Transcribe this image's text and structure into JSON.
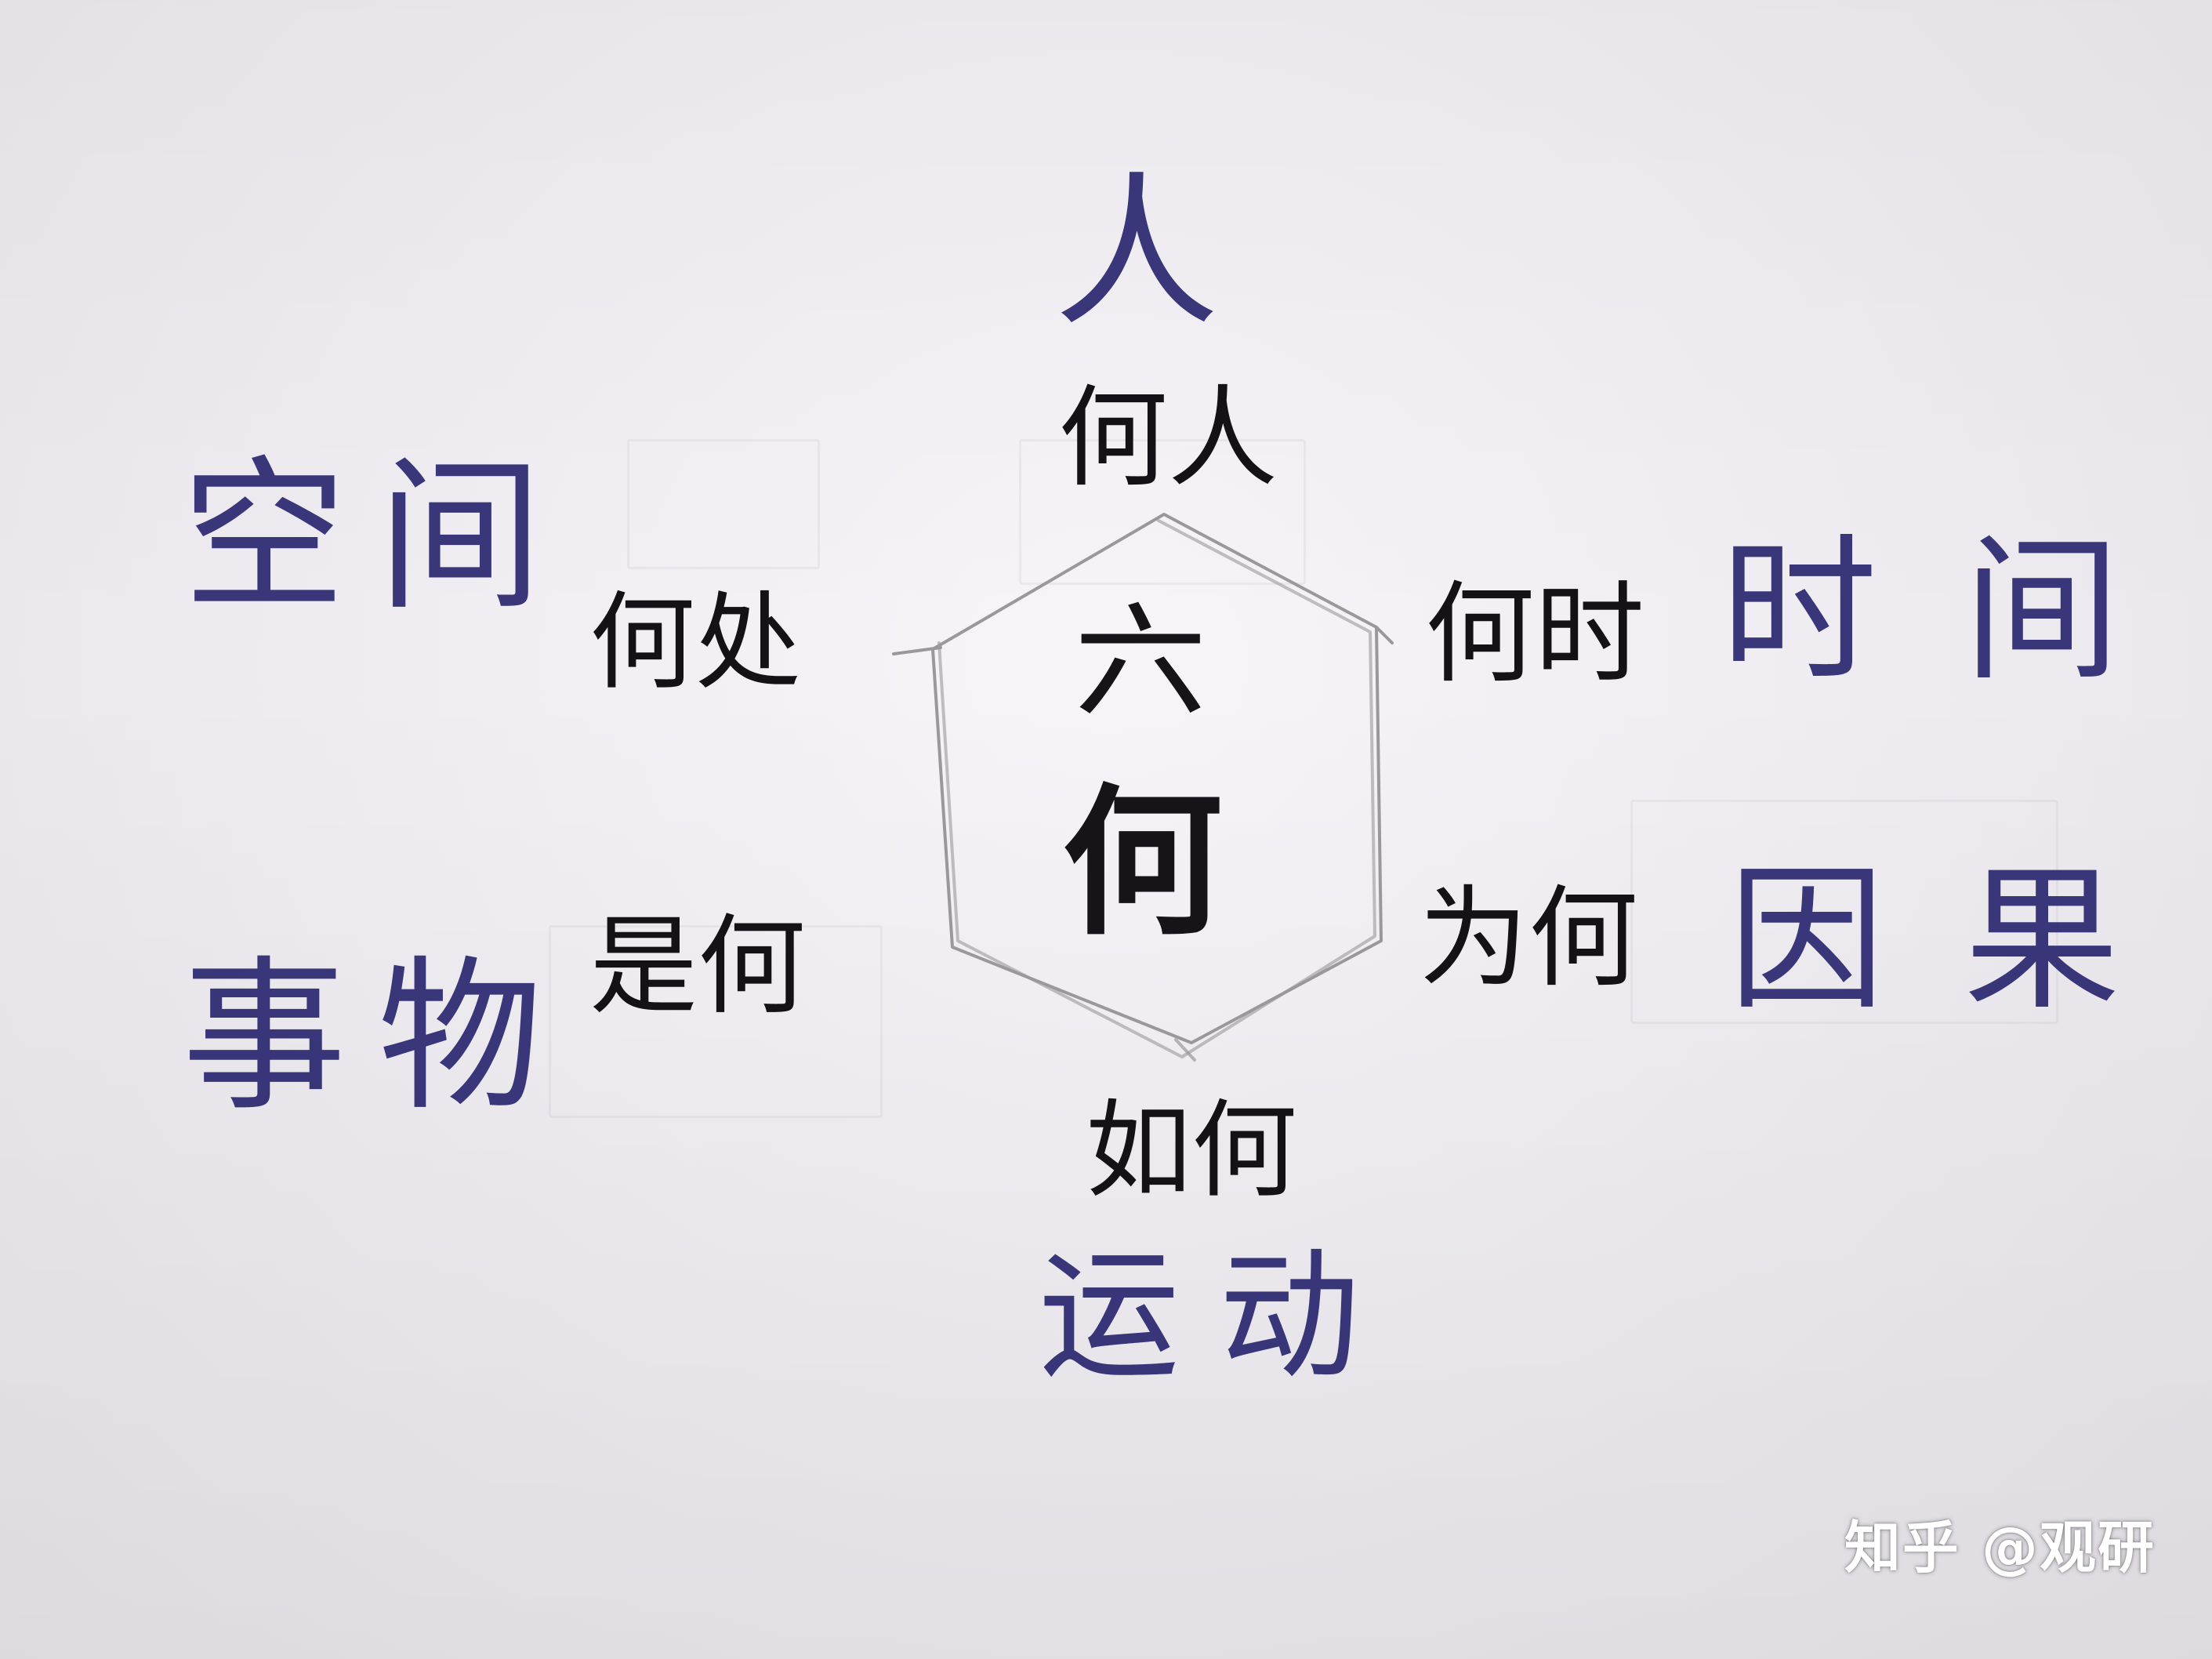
{
  "center": {
    "top_char": "六",
    "bottom_char": "何"
  },
  "questions": {
    "who": "何人",
    "where": "何处",
    "when": "何时",
    "what": "是何",
    "why": "为何",
    "how": "如何"
  },
  "dimensions": {
    "person": "人",
    "space": "空间",
    "time": "时间",
    "things": "事物",
    "causality": "因果",
    "motion": "运动"
  },
  "watermark": "知乎 @观研",
  "colors": {
    "ink_black": "#141217",
    "ink_blue": "#2a2870",
    "pencil": "#9a989c",
    "paper": "#efedf1"
  }
}
